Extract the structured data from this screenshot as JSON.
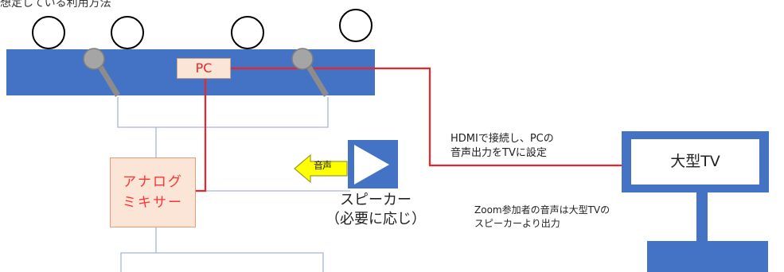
{
  "diagram": {
    "title": "想定している利用方法",
    "pc_label": "PC",
    "mixer_label_line1": "アナログ",
    "mixer_label_line2": "ミキサー",
    "speaker_label_line1": "スピーカー",
    "speaker_label_line2": "（必要に応じ）",
    "sound_arrow_label": "音声",
    "hdmi_note_line1": "HDMIで接続し、PCの",
    "hdmi_note_line2": "音声出力をTVに設定",
    "tv_label": "大型TV",
    "zoom_note_line1": "Zoom参加者の音声は大型TVの",
    "zoom_note_line2": "スピーカーより出力"
  },
  "colors": {
    "table_blue": "#4472c4",
    "box_fill": "#fbe5d6",
    "red_line": "#e8262b",
    "wire_gray": "#a6b6d0",
    "arrow_yellow": "#ffff00"
  },
  "icons": [
    "person-circle-icon",
    "microphone-icon",
    "speaker-icon",
    "arrow-left-icon"
  ]
}
